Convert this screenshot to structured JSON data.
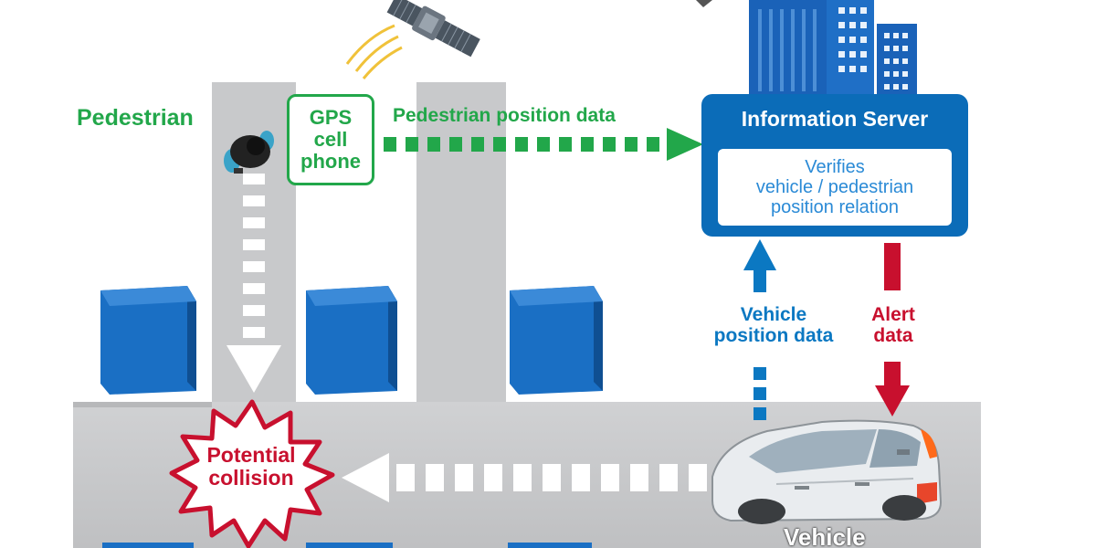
{
  "labels": {
    "pedestrian": "Pedestrian",
    "gps_line1": "GPS",
    "gps_line2": "cell",
    "gps_line3": "phone",
    "pedestrian_position_data": "Pedestrian position data",
    "server_title": "Information Server",
    "server_desc_line1": "Verifies",
    "server_desc_line2": "vehicle / pedestrian",
    "server_desc_line3": "position relation",
    "vehicle_position_line1": "Vehicle",
    "vehicle_position_line2": "position data",
    "alert_line1": "Alert",
    "alert_line2": "data",
    "collision_line1": "Potential",
    "collision_line2": "collision",
    "vehicle": "Vehicle"
  },
  "colors": {
    "pedestrian_flow": "#22a74a",
    "vehicle_flow": "#0b78c2",
    "alert_flow": "#c8102e",
    "server": "#0b6cb8",
    "road": "#c9cacc",
    "building": "#1a6fc4"
  },
  "icons": [
    "satellite-icon",
    "pedestrian-icon",
    "car-icon",
    "collision-burst-icon",
    "buildings-icon"
  ]
}
